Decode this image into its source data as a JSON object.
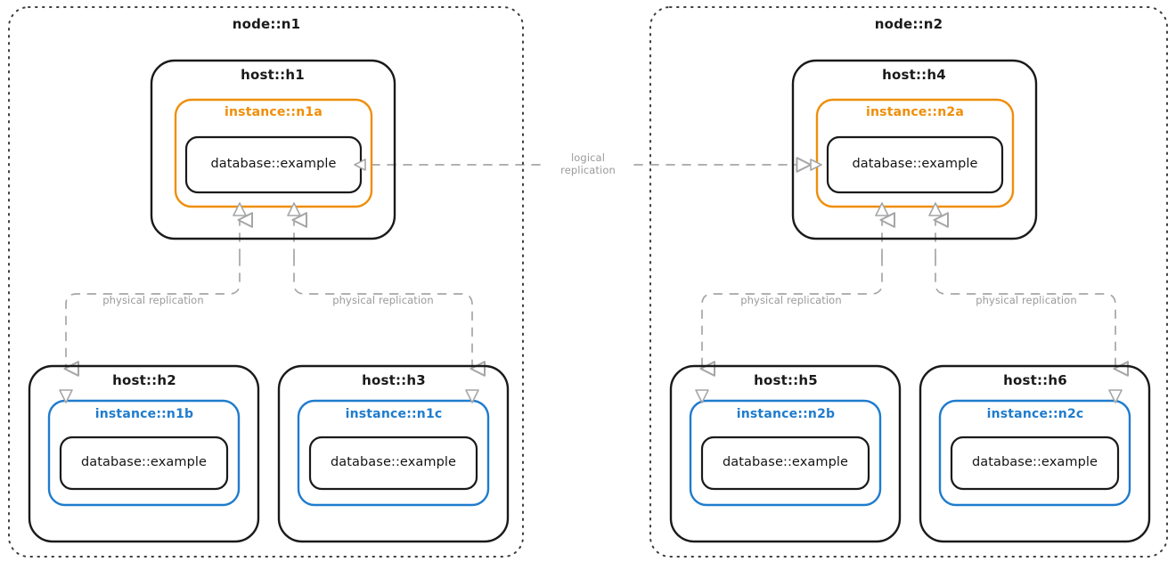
{
  "diagram": {
    "title_kind": "replication-topology",
    "colors": {
      "primary_instance": "#ef8e09",
      "replica_instance": "#1f7ccd",
      "box_stroke": "#1a1a1a",
      "edge": "#a6a6a6",
      "node_border": "#3d3d3d",
      "background": "#ffffff"
    }
  },
  "nodes": [
    {
      "id": "n1",
      "label": "node::n1",
      "hosts": [
        {
          "id": "h1",
          "label": "host::h1",
          "instance": {
            "label": "instance::n1a",
            "role": "primary"
          },
          "database": {
            "label": "database::example"
          }
        },
        {
          "id": "h2",
          "label": "host::h2",
          "instance": {
            "label": "instance::n1b",
            "role": "replica"
          },
          "database": {
            "label": "database::example"
          }
        },
        {
          "id": "h3",
          "label": "host::h3",
          "instance": {
            "label": "instance::n1c",
            "role": "replica"
          },
          "database": {
            "label": "database::example"
          }
        }
      ]
    },
    {
      "id": "n2",
      "label": "node::n2",
      "hosts": [
        {
          "id": "h4",
          "label": "host::h4",
          "instance": {
            "label": "instance::n2a",
            "role": "primary"
          },
          "database": {
            "label": "database::example"
          }
        },
        {
          "id": "h5",
          "label": "host::h5",
          "instance": {
            "label": "instance::n2b",
            "role": "replica"
          },
          "database": {
            "label": "database::example"
          }
        },
        {
          "id": "h6",
          "label": "host::h6",
          "instance": {
            "label": "instance::n2c",
            "role": "replica"
          },
          "database": {
            "label": "database::example"
          }
        }
      ]
    }
  ],
  "edges": [
    {
      "id": "logical-n1a-n2a",
      "kind": "logical",
      "label_line1": "logical",
      "label_line2": "replication",
      "from": "instance::n1a",
      "to": "instance::n2a",
      "bidirectional": true
    },
    {
      "id": "physical-n1a-n1b",
      "kind": "physical",
      "label": "physical replication",
      "from": "instance::n1a",
      "to": "instance::n1b"
    },
    {
      "id": "physical-n1a-n1c",
      "kind": "physical",
      "label": "physical replication",
      "from": "instance::n1a",
      "to": "instance::n1c"
    },
    {
      "id": "physical-n2a-n2b",
      "kind": "physical",
      "label": "physical replication",
      "from": "instance::n2a",
      "to": "instance::n2b"
    },
    {
      "id": "physical-n2a-n2c",
      "kind": "physical",
      "label": "physical replication",
      "from": "instance::n2a",
      "to": "instance::n2c"
    }
  ]
}
